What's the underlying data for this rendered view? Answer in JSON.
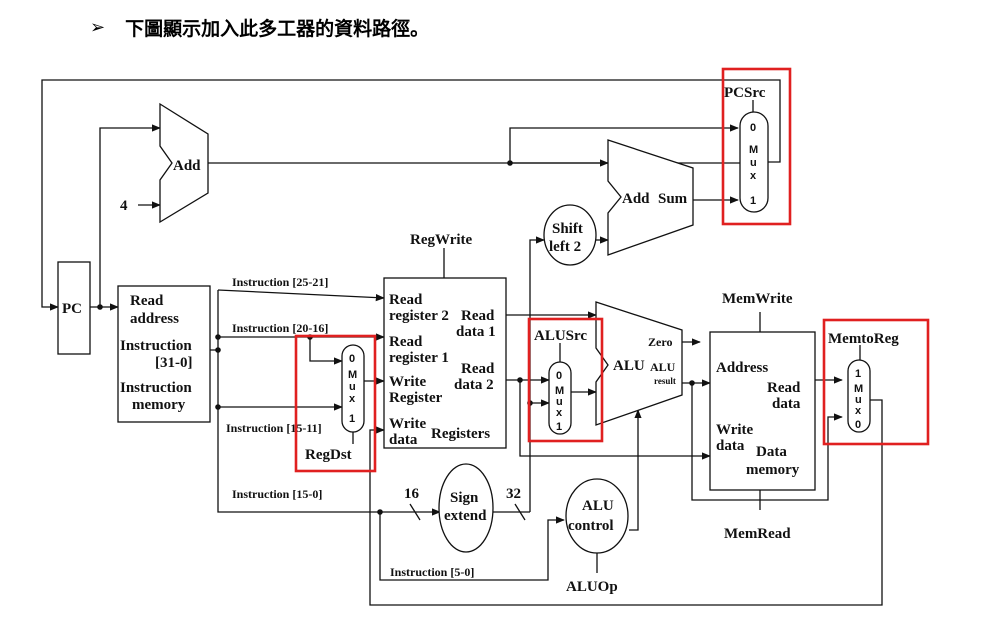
{
  "heading": {
    "bullet": "➢",
    "text": "下圖顯示加入此多工器的資料路徑。"
  },
  "diagram": {
    "pc": "PC",
    "add_top": "Add",
    "const4": "4",
    "add_sum": [
      "Add",
      "Sum"
    ],
    "shift_left": [
      "Shift",
      "left 2"
    ],
    "instr_mem": [
      "Read",
      "address",
      "Instruction",
      "[31-0]",
      "Instruction",
      "memory"
    ],
    "instr_fields": {
      "f25_21": "Instruction [25-21]",
      "f20_16": "Instruction [20-16]",
      "f15_11": "Instruction [15-11]",
      "f15_0": "Instruction [15-0]",
      "f5_0": "Instruction [5-0]"
    },
    "registers": {
      "read_reg1": [
        "Read",
        "register 2"
      ],
      "read_reg2": [
        "Read",
        "register 1"
      ],
      "write_reg": [
        "Write",
        "Register"
      ],
      "write_data": [
        "Write",
        "data"
      ],
      "read_data1": [
        "Read",
        "data 1"
      ],
      "read_data2": [
        "Read",
        "data 2"
      ],
      "name": "Registers"
    },
    "alu": {
      "name": "ALU",
      "zero": "Zero",
      "result": [
        "ALU",
        "result"
      ]
    },
    "data_mem": {
      "address": "Address",
      "read_data": [
        "Read",
        "data"
      ],
      "write_data": [
        "Write",
        "data"
      ],
      "name": [
        "Data",
        "memory"
      ]
    },
    "sign_extend": [
      "Sign",
      "extend"
    ],
    "bits_16": "16",
    "bits_32": "32",
    "alu_control": [
      "ALU",
      "control"
    ],
    "control_signals": {
      "regwrite": "RegWrite",
      "memwrite": "MemWrite",
      "memread": "MemRead",
      "aluop": "ALUOp",
      "pcsrc": "PCSrc",
      "alusrc": "ALUSrc",
      "regdst": "RegDst",
      "memtoreg": "MemtoReg"
    },
    "mux_pcsrc": [
      "0",
      "M",
      "u",
      "x",
      "1"
    ],
    "mux_regdst": [
      "0",
      "M",
      "u",
      "x",
      "1"
    ],
    "mux_alusrc": [
      "0",
      "M",
      "u",
      "x",
      "1"
    ],
    "mux_memtoreg": [
      "1",
      "M",
      "u",
      "x",
      "0"
    ],
    "highlight_color": "#e02020"
  }
}
